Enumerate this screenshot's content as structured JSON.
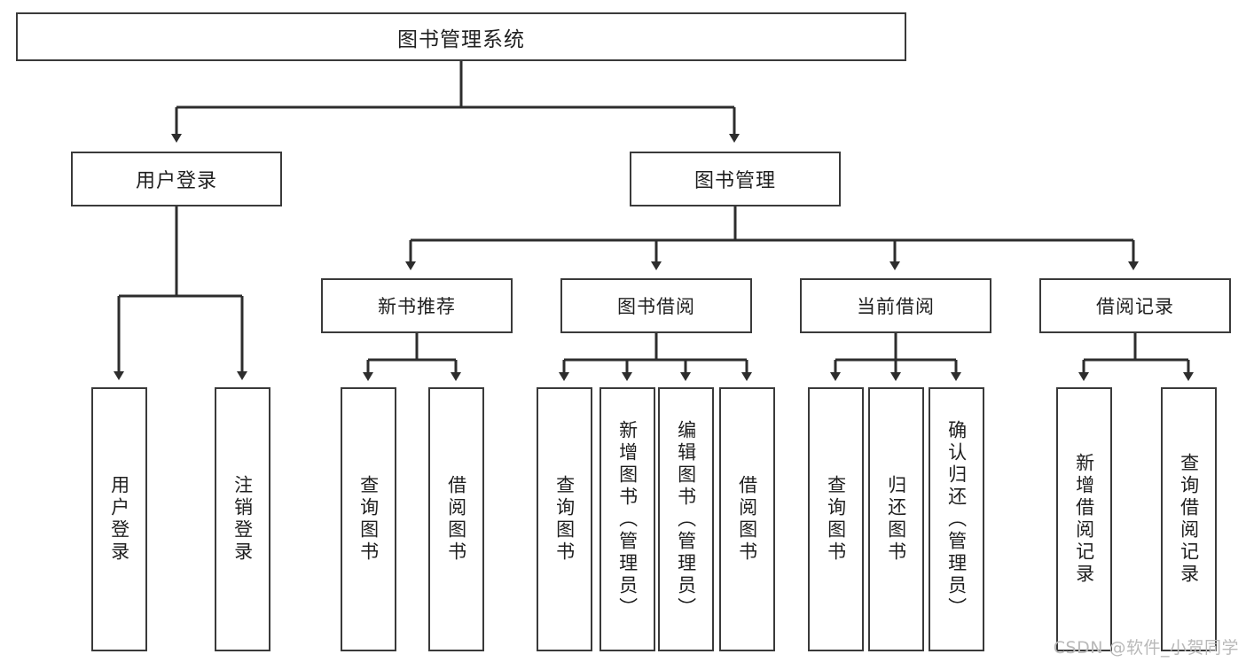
{
  "diagram": {
    "title": "图书管理系统",
    "type": "tree",
    "watermark": "CSDN @软件_小贺同学",
    "colors": {
      "box_border": "#3a3a3a",
      "box_fill": "#ffffff",
      "connector": "#2d2d2d",
      "text": "#1f1f1f",
      "watermark": "#b9b9b9",
      "background": "#ffffff"
    },
    "root": {
      "label": "图书管理系统"
    },
    "level2": [
      {
        "id": "user-login",
        "label": "用户登录"
      },
      {
        "id": "book-manage",
        "label": "图书管理"
      }
    ],
    "level3": [
      {
        "id": "new-book-recommend",
        "label": "新书推荐",
        "parent": "book-manage"
      },
      {
        "id": "book-borrow",
        "label": "图书借阅",
        "parent": "book-manage"
      },
      {
        "id": "current-borrow",
        "label": "当前借阅",
        "parent": "book-manage"
      },
      {
        "id": "borrow-record",
        "label": "借阅记录",
        "parent": "book-manage"
      }
    ],
    "leaves": {
      "user-login": [
        {
          "id": "leaf-user-login",
          "label": "用户登录"
        },
        {
          "id": "leaf-user-logout",
          "label": "注销登录"
        }
      ],
      "new-book-recommend": [
        {
          "id": "leaf-query-book-1",
          "label": "查询图书"
        },
        {
          "id": "leaf-borrow-book-1",
          "label": "借阅图书"
        }
      ],
      "book-borrow": [
        {
          "id": "leaf-query-book-2",
          "label": "查询图书"
        },
        {
          "id": "leaf-add-book",
          "label": "新增图书（管理员）"
        },
        {
          "id": "leaf-edit-book",
          "label": "编辑图书（管理员）"
        },
        {
          "id": "leaf-borrow-book-2",
          "label": "借阅图书"
        }
      ],
      "current-borrow": [
        {
          "id": "leaf-query-book-3",
          "label": "查询图书"
        },
        {
          "id": "leaf-return-book",
          "label": "归还图书"
        },
        {
          "id": "leaf-confirm-return",
          "label": "确认归还（管理员）"
        }
      ],
      "borrow-record": [
        {
          "id": "leaf-add-record",
          "label": "新增借阅记录"
        },
        {
          "id": "leaf-query-record",
          "label": "查询借阅记录"
        }
      ]
    }
  }
}
